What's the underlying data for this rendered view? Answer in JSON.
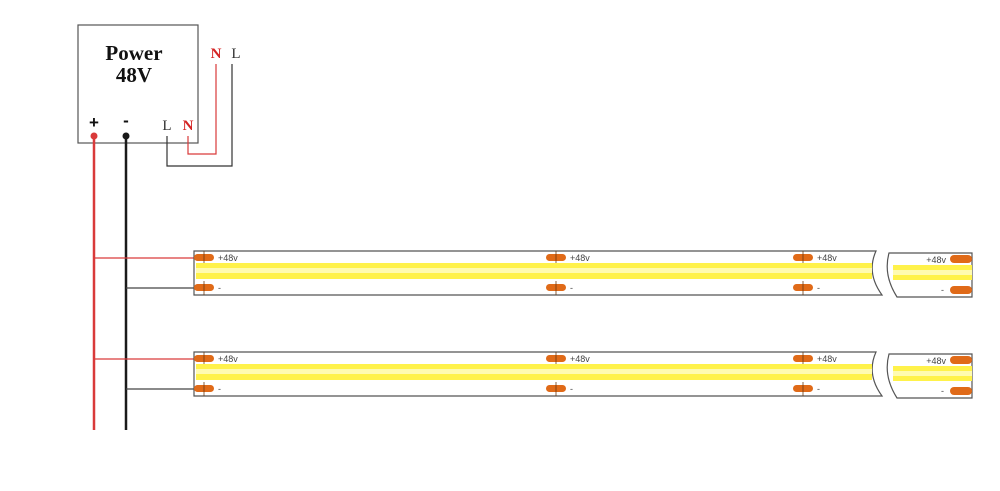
{
  "power_supply": {
    "title_line1": "Power",
    "title_line2": "48V",
    "output_plus": "+",
    "output_minus": "-",
    "input_l_label": "L",
    "input_n_label": "N",
    "mains_n_label": "N",
    "mains_l_label": "L"
  },
  "strips": [
    {
      "pad_labels_plus": [
        "+48v",
        "+48v",
        "+48v"
      ],
      "pad_labels_minus": [
        "-",
        "-",
        "-"
      ],
      "end_plus_label": "+48v",
      "end_minus_label": "-"
    },
    {
      "pad_labels_plus": [
        "+48v",
        "+48v",
        "+48v"
      ],
      "pad_labels_minus": [
        "-",
        "-",
        "-"
      ],
      "end_plus_label": "+48v",
      "end_minus_label": "-"
    }
  ],
  "colors": {
    "positive_wire": "#d93a3a",
    "negative_wire": "#1a1a1a",
    "mains_n_wire": "#d93a3a",
    "mains_l_wire": "#333333",
    "strip_led": "#fff24a",
    "strip_led_core": "#fffbb0",
    "pad": "#e06a18",
    "outline": "#555555",
    "red_label": "#d42424"
  }
}
